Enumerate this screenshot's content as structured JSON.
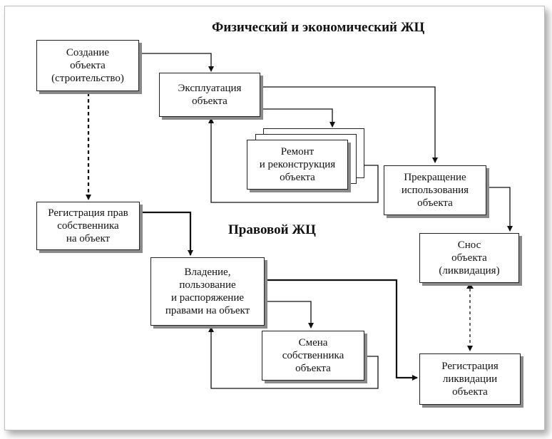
{
  "titles": {
    "physical_economic": "Физический и экономический ЖЦ",
    "legal": "Правовой ЖЦ"
  },
  "nodes": {
    "creation": "Создание\nобъекта\n(строительство)",
    "operation": "Эксплуатация\nобъекта",
    "repair": "Ремонт\nи реконструкция\nобъекта",
    "termination": "Прекращение\nиспользования\nобъекта",
    "demolition": "Снос\nобъекта\n(ликвидация)",
    "registration_rights": "Регистрация прав\nсобственника\nна объект",
    "ownership": "Владение,\nпользование\nи распоряжение\nправами на объект",
    "owner_change": "Смена\nсобственника\nобъекта",
    "registration_liquidation": "Регистрация\nликвидации\nобъекта"
  }
}
